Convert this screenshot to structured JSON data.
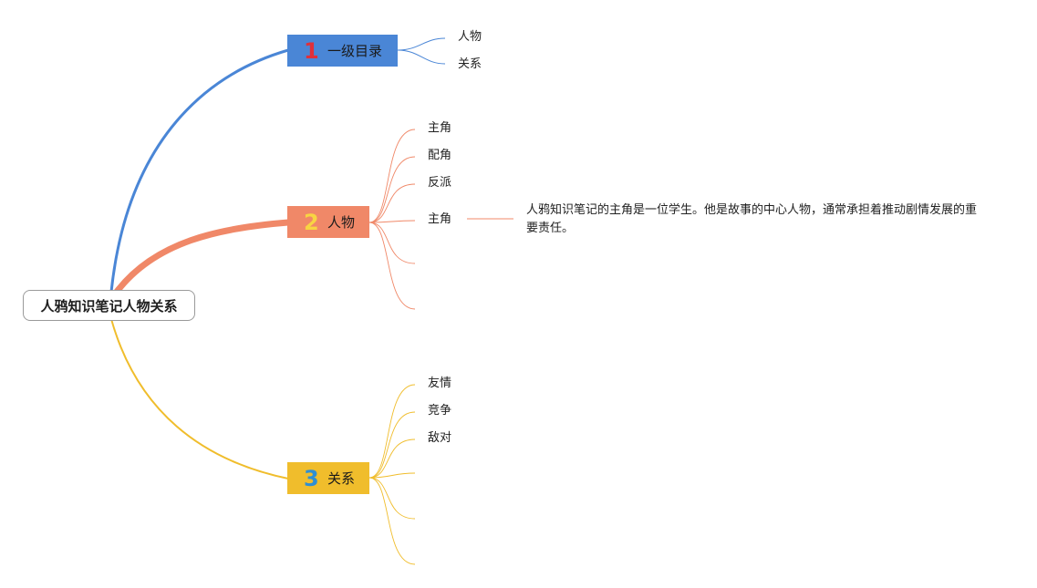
{
  "root": {
    "label": "人鸦知识笔记人物关系"
  },
  "colors": {
    "blue": "#4a86d6",
    "orange": "#f08868",
    "yellow": "#f0bd2c",
    "num1": "#e0303a",
    "num2": "#f8d442",
    "num3": "#2f8fd3"
  },
  "branches": [
    {
      "number": "1",
      "label": "一级目录",
      "children": [
        "人物",
        "关系"
      ]
    },
    {
      "number": "2",
      "label": "人物",
      "children": [
        "主角",
        "配角",
        "反派",
        "主角",
        "",
        ""
      ],
      "note": "人鸦知识笔记的主角是一位学生。他是故事的中心人物，通常承担着推动剧情发展的重要责任。"
    },
    {
      "number": "3",
      "label": "关系",
      "children": [
        "友情",
        "竞争",
        "敌对",
        "",
        "",
        ""
      ]
    }
  ]
}
